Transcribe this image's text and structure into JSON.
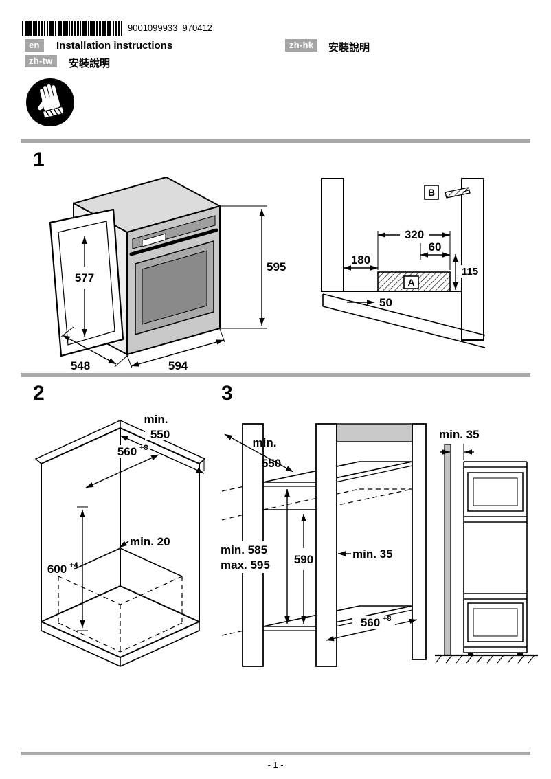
{
  "page": {
    "barcode_number": "9001099933  970412",
    "page_number": "- 1 -"
  },
  "header": {
    "lang_en_tag": "en",
    "lang_en_title": "Installation instructions",
    "lang_zhhk_tag": "zh-hk",
    "lang_zhhk_title": "安裝說明",
    "lang_zhtw_tag": "zh-tw",
    "lang_zhtw_title": "安裝說明"
  },
  "icons": {
    "gloves_icon": "wear-protective-gloves"
  },
  "fig1": {
    "number": "1",
    "oven_height": "595",
    "door_height": "577",
    "oven_depth": "548",
    "oven_width": "594",
    "bracket_label": "B",
    "strip_label": "A",
    "niche_width": "320",
    "bracket_offset": "60",
    "side_offset": "180",
    "strip_height": "115",
    "front_offset": "50"
  },
  "fig2": {
    "number": "2",
    "depth_label_line1": "min.",
    "depth_label_line2": "550",
    "width_value": "560",
    "width_tolerance": "+8",
    "height_value": "600",
    "height_tolerance": "+4",
    "rear_gap": "min. 20"
  },
  "fig3": {
    "number": "3",
    "depth_label_line1": "min.",
    "depth_label_line2": "550",
    "height_min": "min. 585",
    "height_max": "max. 595",
    "inner_height": "590",
    "rear_gap": "min. 35",
    "width_value": "560",
    "width_tolerance": "+8",
    "wall_distance": "min. 35"
  }
}
